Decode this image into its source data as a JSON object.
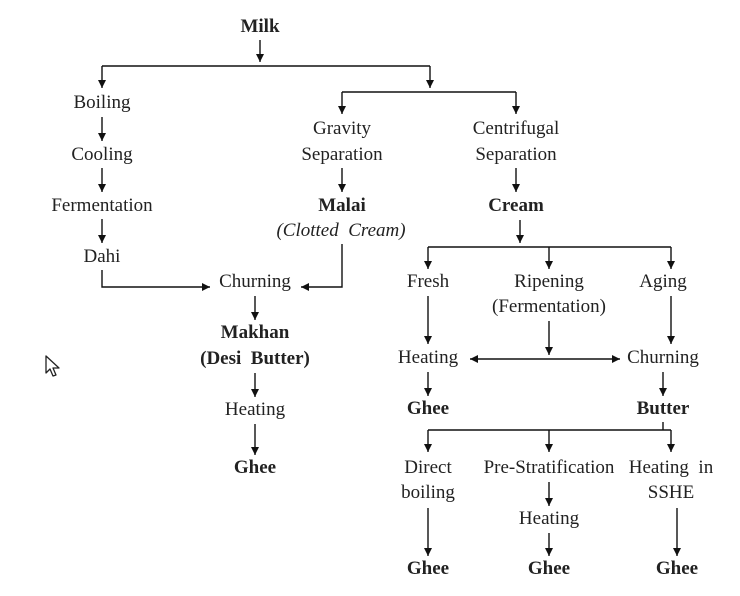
{
  "flowchart": {
    "milk": "Milk",
    "left_branch": {
      "boiling": "Boiling",
      "cooling": "Cooling",
      "fermentation": "Fermentation",
      "dahi": "Dahi"
    },
    "center_branch": {
      "churning": "Churning",
      "makhan": "Makhan",
      "desi_butter": "(Desi  Butter)",
      "heating": "Heating",
      "ghee": "Ghee"
    },
    "gravity": {
      "line1": "Gravity",
      "line2": "Separation",
      "malai": "Malai",
      "clotted_cream": "(Clotted  Cream)"
    },
    "centrifugal": {
      "line1": "Centrifugal",
      "line2": "Separation",
      "cream": "Cream"
    },
    "cream_branches": {
      "fresh": "Fresh",
      "ripening": "Ripening",
      "ripening_sub": "(Fermentation)",
      "aging": "Aging",
      "heating": "Heating",
      "churning": "Churning",
      "ghee": "Ghee",
      "butter": "Butter"
    },
    "butter_branches": {
      "direct_line1": "Direct",
      "direct_line2": "boiling",
      "prestrat": "Pre-Stratification",
      "prestrat_heating": "Heating",
      "sshe_line1": "Heating  in",
      "sshe_line2": "SSHE",
      "ghee_direct": "Ghee",
      "ghee_prestrat": "Ghee",
      "ghee_sshe": "Ghee"
    }
  },
  "icons": {
    "cursor": "mouse-pointer-icon"
  }
}
